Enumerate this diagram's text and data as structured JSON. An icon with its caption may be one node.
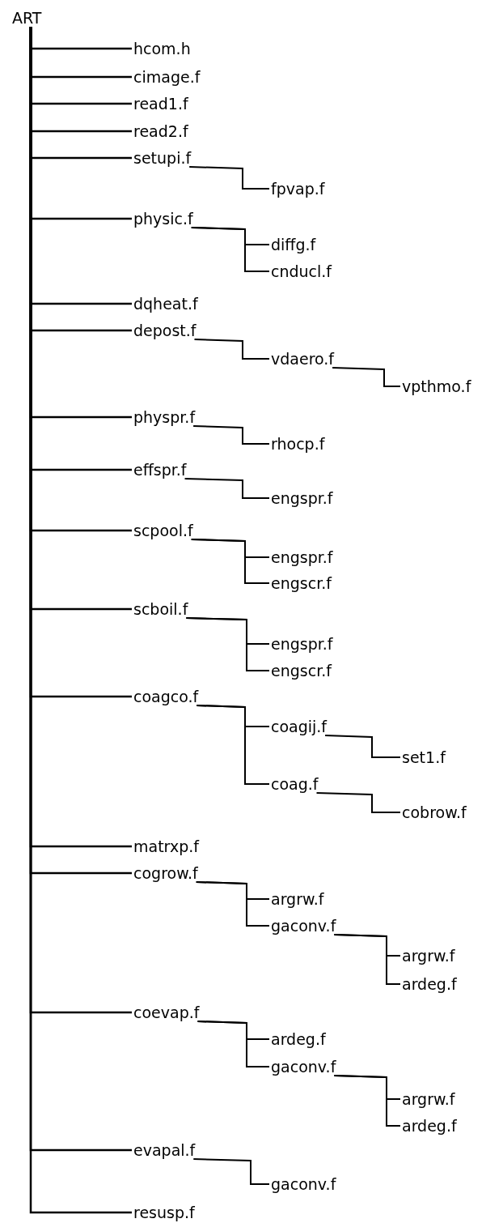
{
  "diagram": {
    "nodes": [
      {
        "text": [
          "ART"
        ]
      },
      {
        "text": [
          "hcom.h"
        ]
      },
      {
        "text": [
          "cimage.f"
        ]
      },
      {
        "text": [
          "read1.f"
        ]
      },
      {
        "text": [
          "read2.f"
        ]
      },
      {
        "text": [
          "setupi.f"
        ]
      },
      {
        "text": [
          "fpvap.f"
        ]
      },
      {
        "text": [
          "physic.f"
        ]
      },
      {
        "text": [
          "diffg.f"
        ]
      },
      {
        "text": [
          "cnducl.f"
        ]
      },
      {
        "text": [
          "dqheat.f"
        ]
      },
      {
        "text": [
          "depost.f"
        ]
      },
      {
        "text": [
          "vdaero.f"
        ]
      },
      {
        "text": [
          "vpthmo.f"
        ]
      },
      {
        "text": [
          "physpr.f"
        ]
      },
      {
        "text": [
          "rhocp.f"
        ]
      },
      {
        "text": [
          "effspr.f"
        ]
      },
      {
        "text": [
          "engspr.f"
        ]
      },
      {
        "text": [
          "scpool.f"
        ]
      },
      {
        "text": [
          "engspr.f"
        ]
      },
      {
        "text": [
          "engscr.f"
        ]
      },
      {
        "text": [
          "scboil.f"
        ]
      },
      {
        "text": [
          "engspr.f"
        ]
      },
      {
        "text": [
          "engscr.f"
        ]
      },
      {
        "text": [
          "coagco.f"
        ]
      },
      {
        "text": [
          "coagij.f"
        ]
      },
      {
        "text": [
          "set1.f"
        ]
      },
      {
        "text": [
          "coag.f"
        ]
      },
      {
        "text": [
          "cobrow.f"
        ]
      },
      {
        "text": [
          "matrxp.f"
        ]
      },
      {
        "text": [
          "cogrow.f"
        ]
      },
      {
        "text": [
          "argrw.f"
        ]
      },
      {
        "text": [
          "gaconv.f"
        ]
      },
      {
        "text": [
          "argrw.f"
        ]
      },
      {
        "text": [
          "ardeg.f"
        ]
      },
      {
        "text": [
          "coevap.f"
        ]
      },
      {
        "text": [
          "ardeg.f"
        ]
      },
      {
        "text": [
          "gaconv.f"
        ]
      },
      {
        "text": [
          "argrw.f"
        ]
      },
      {
        "text": [
          "ardeg.f"
        ]
      },
      {
        "text": [
          "evapal.f"
        ]
      },
      {
        "text": [
          "gaconv.f"
        ]
      },
      {
        "text": [
          "resusp.f"
        ]
      }
    ],
    "edges": [
      {
        "from": 0,
        "to": 1,
        "arrow": "none"
      },
      {
        "from": 0,
        "to": 2,
        "arrow": "none"
      },
      {
        "from": 0,
        "to": 3,
        "arrow": "none"
      },
      {
        "from": 0,
        "to": 4,
        "arrow": "none"
      },
      {
        "from": 0,
        "to": 5,
        "arrow": "none"
      },
      {
        "from": 5,
        "to": 6,
        "arrow": "none"
      },
      {
        "from": 0,
        "to": 7,
        "arrow": "none"
      },
      {
        "from": 7,
        "to": 8,
        "arrow": "none"
      },
      {
        "from": 7,
        "to": 9,
        "arrow": "none"
      },
      {
        "from": 0,
        "to": 10,
        "arrow": "none"
      },
      {
        "from": 0,
        "to": 11,
        "arrow": "none"
      },
      {
        "from": 11,
        "to": 12,
        "arrow": "none"
      },
      {
        "from": 12,
        "to": 13,
        "arrow": "none"
      },
      {
        "from": 0,
        "to": 14,
        "arrow": "none"
      },
      {
        "from": 14,
        "to": 15,
        "arrow": "none"
      },
      {
        "from": 0,
        "to": 16,
        "arrow": "none"
      },
      {
        "from": 16,
        "to": 17,
        "arrow": "none"
      },
      {
        "from": 0,
        "to": 18,
        "arrow": "none"
      },
      {
        "from": 18,
        "to": 19,
        "arrow": "none"
      },
      {
        "from": 18,
        "to": 20,
        "arrow": "none"
      },
      {
        "from": 0,
        "to": 21,
        "arrow": "none"
      },
      {
        "from": 21,
        "to": 22,
        "arrow": "none"
      },
      {
        "from": 21,
        "to": 23,
        "arrow": "none"
      },
      {
        "from": 0,
        "to": 24,
        "arrow": "none"
      },
      {
        "from": 24,
        "to": 25,
        "arrow": "none"
      },
      {
        "from": 25,
        "to": 26,
        "arrow": "none"
      },
      {
        "from": 24,
        "to": 27,
        "arrow": "none"
      },
      {
        "from": 27,
        "to": 28,
        "arrow": "none"
      },
      {
        "from": 0,
        "to": 29,
        "arrow": "none"
      },
      {
        "from": 0,
        "to": 30,
        "arrow": "none"
      },
      {
        "from": 30,
        "to": 31,
        "arrow": "none"
      },
      {
        "from": 30,
        "to": 32,
        "arrow": "none"
      },
      {
        "from": 32,
        "to": 33,
        "arrow": "none"
      },
      {
        "from": 32,
        "to": 34,
        "arrow": "none"
      },
      {
        "from": 0,
        "to": 35,
        "arrow": "none"
      },
      {
        "from": 35,
        "to": 36,
        "arrow": "none"
      },
      {
        "from": 35,
        "to": 37,
        "arrow": "none"
      },
      {
        "from": 37,
        "to": 38,
        "arrow": "none"
      },
      {
        "from": 37,
        "to": 39,
        "arrow": "none"
      },
      {
        "from": 0,
        "to": 40,
        "arrow": "none"
      },
      {
        "from": 40,
        "to": 41,
        "arrow": "none"
      },
      {
        "from": 0,
        "to": 42,
        "arrow": "none"
      }
    ]
  }
}
